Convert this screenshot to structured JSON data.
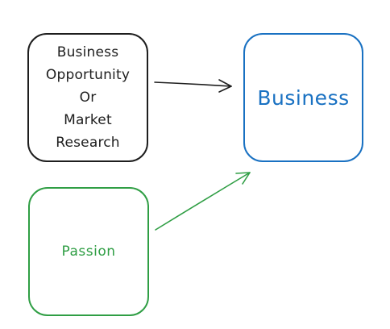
{
  "diagram": {
    "nodes": [
      {
        "id": "opportunity",
        "label": "Business\nOpportunity\nOr\nMarket\nResearch",
        "color": "#1e1e1e"
      },
      {
        "id": "business",
        "label": "Business",
        "color": "#1971c2"
      },
      {
        "id": "passion",
        "label": "Passion",
        "color": "#2f9e44"
      }
    ],
    "edges": [
      {
        "from": "opportunity",
        "to": "business",
        "color": "#1e1e1e"
      },
      {
        "from": "passion",
        "to": "business",
        "color": "#2f9e44"
      }
    ]
  }
}
